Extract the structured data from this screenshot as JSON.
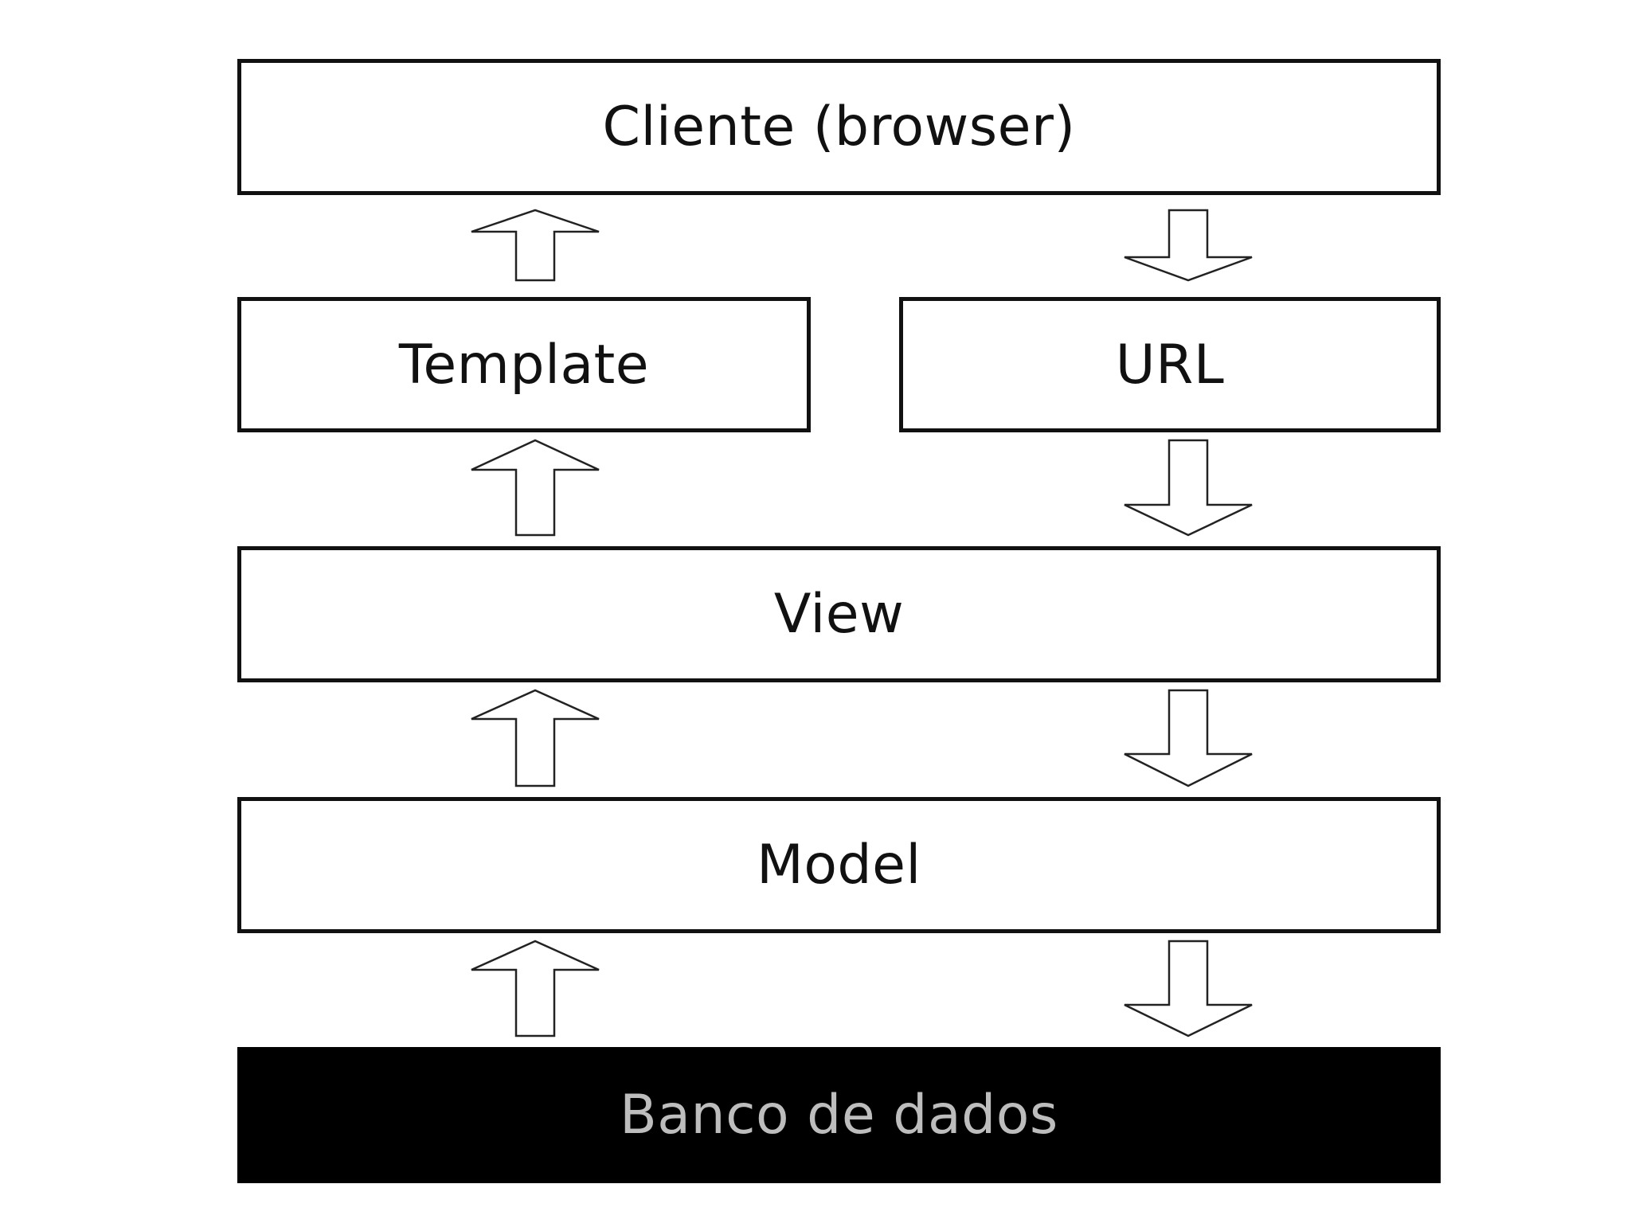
{
  "diagram": {
    "nodes": {
      "cliente": {
        "label": "Cliente (browser)"
      },
      "template": {
        "label": "Template"
      },
      "url": {
        "label": "URL"
      },
      "view": {
        "label": "View"
      },
      "model": {
        "label": "Model"
      },
      "banco": {
        "label": "Banco de dados",
        "fill": "#000000",
        "text_color": "#bdbdbd"
      }
    },
    "arrows_up": [
      {
        "from": "template",
        "to": "cliente"
      },
      {
        "from": "view",
        "to": "template"
      },
      {
        "from": "model",
        "to": "view"
      },
      {
        "from": "banco",
        "to": "model"
      }
    ],
    "arrows_down": [
      {
        "from": "cliente",
        "to": "url"
      },
      {
        "from": "url",
        "to": "view"
      },
      {
        "from": "view",
        "to": "model"
      },
      {
        "from": "model",
        "to": "banco"
      }
    ]
  }
}
